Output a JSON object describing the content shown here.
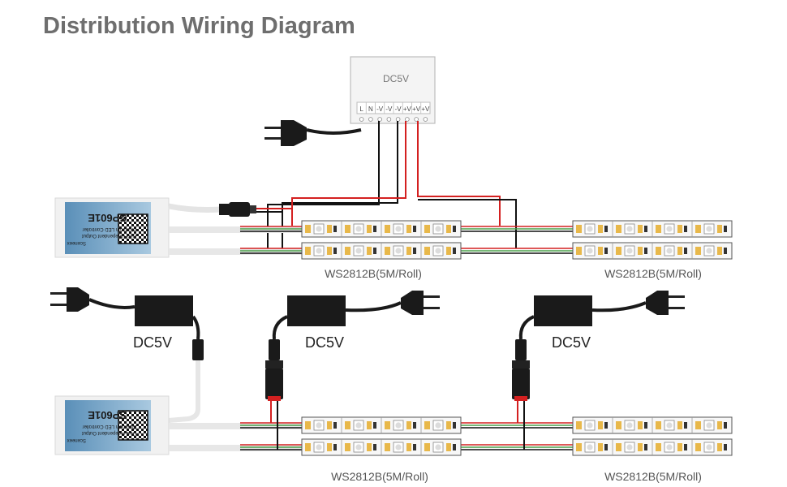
{
  "title": "Distribution Wiring Diagram",
  "psu": {
    "label": "DC5V",
    "terminals": [
      "L",
      "N",
      "-V",
      "-V",
      "-V",
      "+V",
      "+V",
      "+V"
    ]
  },
  "adapters": [
    {
      "label": "DC5V"
    },
    {
      "label": "DC5V"
    },
    {
      "label": "DC5V"
    }
  ],
  "controller": {
    "model": "SP601E",
    "subtitle": "Bluetooth LED Controller",
    "line2": "Dual Independent Output",
    "brand": "Sceneex"
  },
  "strips": [
    {
      "label": "WS2812B(5M/Roll)"
    },
    {
      "label": "WS2812B(5M/Roll)"
    },
    {
      "label": "WS2812B(5M/Roll)"
    },
    {
      "label": "WS2812B(5M/Roll)"
    }
  ],
  "colors": {
    "positive_wire": "#d42020",
    "negative_wire": "#111111",
    "data_wire": "#4aa04a",
    "strip_led": "#e8b84a",
    "label_text": "#555555"
  }
}
